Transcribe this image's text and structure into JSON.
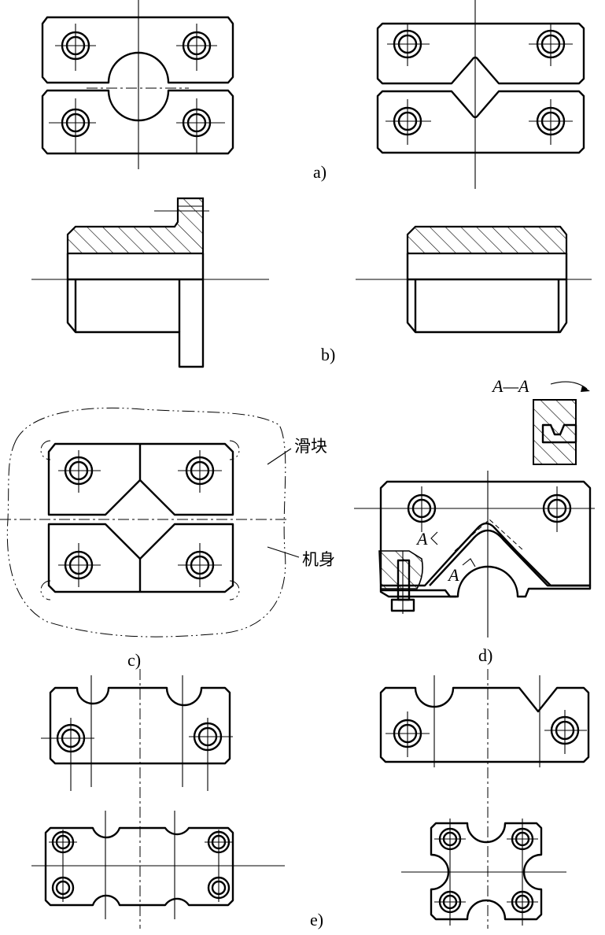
{
  "labels": {
    "a": "a)",
    "b": "b)",
    "c": "c)",
    "d": "d)",
    "e": "e)"
  },
  "annotations": {
    "slider": "滑块",
    "body": "机身",
    "section_title": "A—A",
    "section_mark_1": "A",
    "section_mark_2": "A"
  }
}
